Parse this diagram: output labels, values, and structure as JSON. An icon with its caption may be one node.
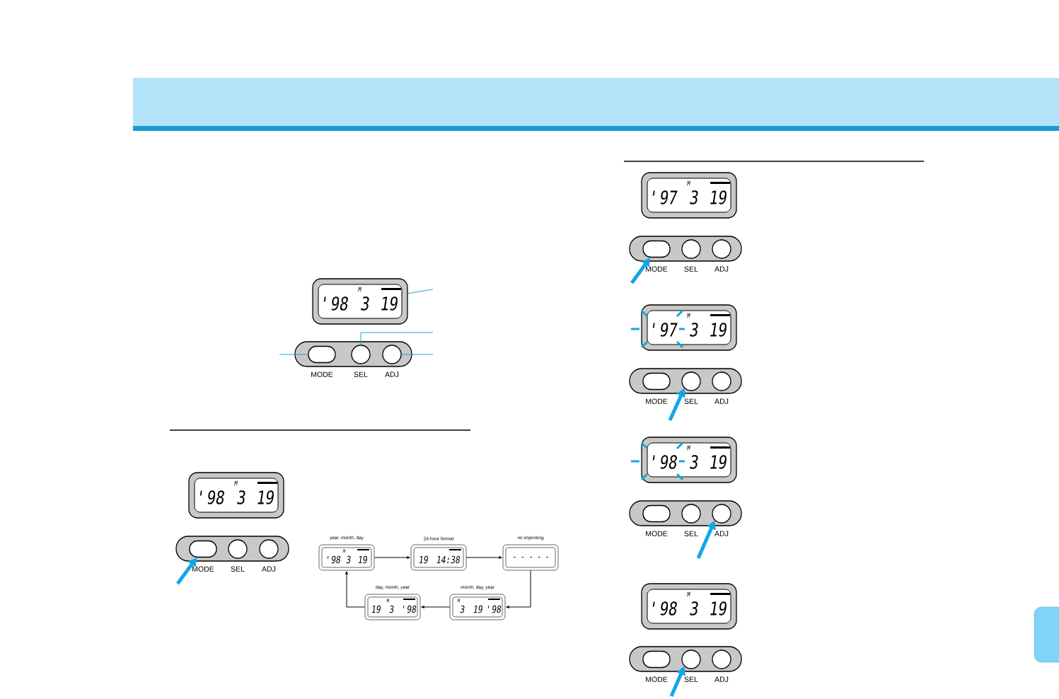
{
  "diagram": {
    "nodes": [
      {
        "text": [
          "'98",
          "M",
          "3",
          "19"
        ]
      },
      {
        "text": [
          "MODE"
        ]
      },
      {
        "text": [
          "SEL"
        ]
      },
      {
        "text": [
          "ADJ"
        ]
      },
      {
        "text": [
          "'98",
          "M",
          "3",
          "19"
        ]
      },
      {
        "text": [
          "MODE"
        ]
      },
      {
        "text": [
          "SEL"
        ]
      },
      {
        "text": [
          "ADJ"
        ]
      },
      {
        "text": [
          "year, month, day",
          "'98",
          "M",
          "3",
          "19"
        ]
      },
      {
        "text": [
          "24-hour format",
          "19",
          "14:38"
        ]
      },
      {
        "text": [
          "no imprinting",
          "- - - - -"
        ]
      },
      {
        "text": [
          "month, day, year",
          "M",
          "3",
          "19",
          "'98"
        ]
      },
      {
        "text": [
          "day, month, year",
          "19",
          "M",
          "3",
          "'98"
        ]
      },
      {
        "text": [
          "'97",
          "M",
          "3",
          "19"
        ]
      },
      {
        "text": [
          "MODE"
        ]
      },
      {
        "text": [
          "SEL"
        ]
      },
      {
        "text": [
          "ADJ"
        ]
      },
      {
        "text": [
          "'97",
          "M",
          "3",
          "19"
        ]
      },
      {
        "text": [
          "MODE"
        ]
      },
      {
        "text": [
          "SEL"
        ]
      },
      {
        "text": [
          "ADJ"
        ]
      },
      {
        "text": [
          "'98",
          "M",
          "3",
          "19"
        ]
      },
      {
        "text": [
          "MODE"
        ]
      },
      {
        "text": [
          "SEL"
        ]
      },
      {
        "text": [
          "ADJ"
        ]
      },
      {
        "text": [
          "'98",
          "M",
          "3",
          "19"
        ]
      },
      {
        "text": [
          "MODE"
        ]
      },
      {
        "text": [
          "SEL"
        ]
      },
      {
        "text": [
          "ADJ"
        ]
      }
    ],
    "edges": [
      {
        "from": null,
        "to": 0,
        "arrow": "none",
        "color": "#1ea0dc"
      },
      {
        "from": null,
        "to": 2,
        "arrow": "none",
        "color": "#1ea0dc"
      },
      {
        "from": null,
        "to": 3,
        "arrow": "none",
        "color": "#1ea0dc"
      },
      {
        "from": null,
        "to": 1,
        "arrow": "none",
        "color": "#1ea0dc"
      },
      {
        "from": null,
        "to": 5,
        "arrow": "to",
        "style": "thick",
        "color": "#12a5e8"
      },
      {
        "from": 8,
        "to": 9,
        "arrow": "to",
        "color": "#000000"
      },
      {
        "from": 9,
        "to": 10,
        "arrow": "to",
        "color": "#000000"
      },
      {
        "from": 10,
        "to": 11,
        "arrow": "to",
        "color": "#000000"
      },
      {
        "from": 11,
        "to": 12,
        "arrow": "to",
        "color": "#000000"
      },
      {
        "from": 12,
        "to": 8,
        "arrow": "to",
        "color": "#000000"
      },
      {
        "from": null,
        "to": 14,
        "arrow": "to",
        "style": "thick",
        "color": "#12a5e8"
      },
      {
        "from": null,
        "to": 19,
        "arrow": "to",
        "style": "thick",
        "color": "#12a5e8"
      },
      {
        "from": null,
        "to": 24,
        "arrow": "to",
        "style": "thick",
        "color": "#12a5e8"
      },
      {
        "from": null,
        "to": 27,
        "arrow": "to",
        "style": "thick",
        "color": "#12a5e8"
      }
    ]
  }
}
